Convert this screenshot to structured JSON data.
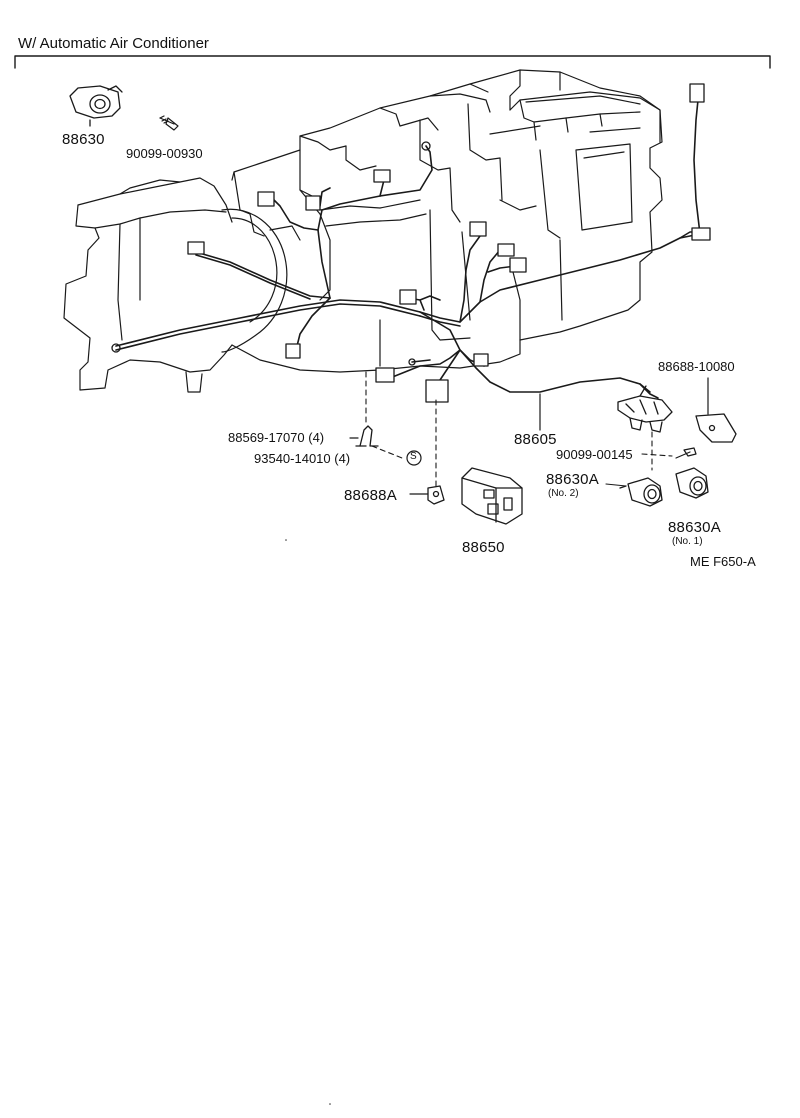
{
  "title": "W/ Automatic Air Conditioner",
  "labels": {
    "p88630": "88630",
    "p90099_00930": "90099-00930",
    "p88688_10080": "88688-10080",
    "p88605": "88605",
    "p88569": "88569-17070 (4)",
    "p93540": "93540-14010 (4)",
    "p90099_00145": "90099-00145",
    "p88630A_no2": "88630A",
    "no2": "(No. 2)",
    "p88688A": "88688A",
    "p88630A_no1": "88630A",
    "no1": "(No. 1)",
    "p88650": "88650",
    "s_symbol": "S",
    "figure_code": "ME  F650-A"
  }
}
